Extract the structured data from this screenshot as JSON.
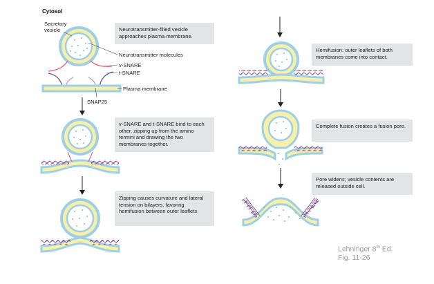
{
  "title": "Cytosol",
  "labels": {
    "secretory_vesicle": "Secretory vesicle",
    "neurotransmitter_molecules": "Neurotransmitter molecules",
    "v_snare": "v-SNARE",
    "t_snare": "t-SNARE",
    "plasma_membrane": "Plasma membrane",
    "snap25": "SNAP25"
  },
  "steps": {
    "s1": "Neurotransmitter-filled vesicle approaches plasma membrane.",
    "s2": "v-SNARE and t-SNARE bind to each other, zipping up from the amino termini and drawing the two membranes together.",
    "s3": "Zipping causes curvature and lateral tension on bilayers, favoring hemifusion between outer leaflets.",
    "s4": "Hemifusion: outer leaflets of both membranes come into contact.",
    "s5": "Complete fusion creates a fusion pore.",
    "s6": "Pore widens; vesicle contents are released outside cell."
  },
  "credit": {
    "line1_pre": "Lehninger 8",
    "line1_sup": "th",
    "line1_post": " Ed.",
    "line2": "Fig. 11-26"
  },
  "colors": {
    "membrane_outer": "#9fcfe8",
    "membrane_inner": "#f6f0a8",
    "v_snare": "#e8647a",
    "t_snare": "#5a5fb0",
    "snap25": "#c59ad0",
    "box_bg": "#e3e4e6",
    "molecule_dots": "#7fc7a5"
  }
}
